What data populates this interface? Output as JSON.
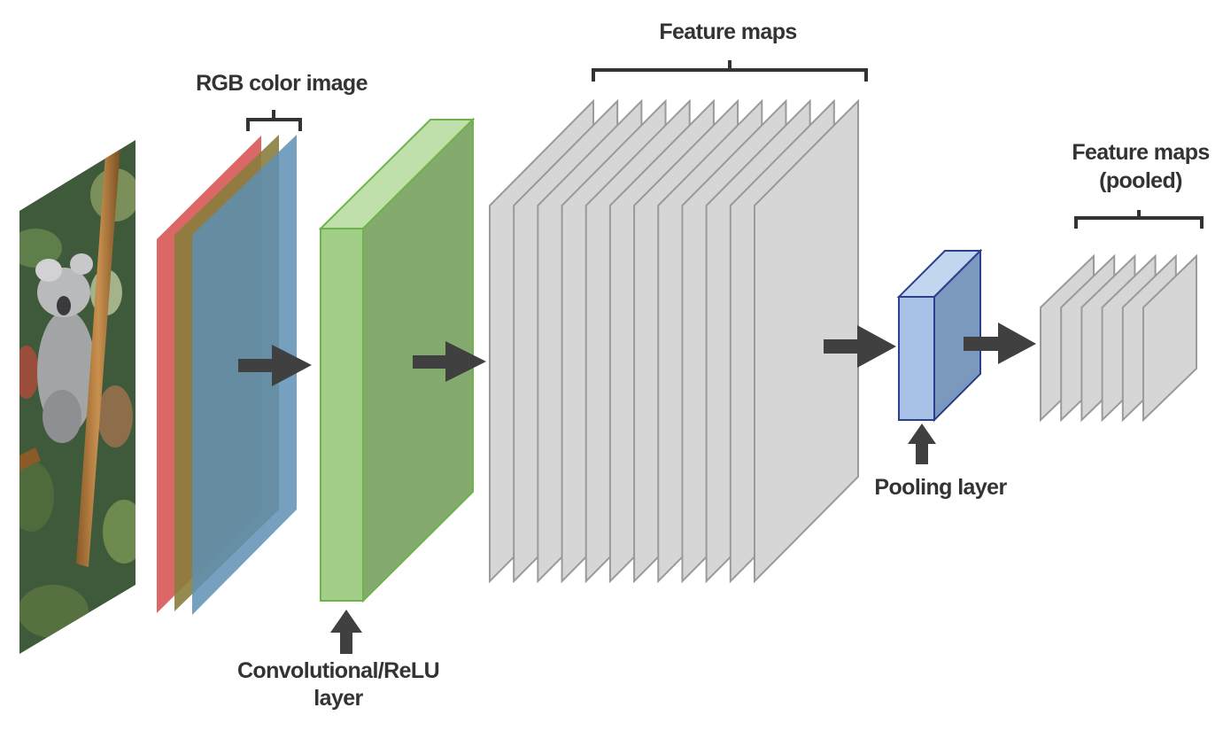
{
  "labels": {
    "rgb_image": "RGB color image",
    "conv_layer_line1": "Convolutional/ReLU",
    "conv_layer_line2": "layer",
    "feature_maps": "Feature maps",
    "pooling_layer": "Pooling layer",
    "pooled_line1": "Feature maps",
    "pooled_line2": "(pooled)"
  },
  "colors": {
    "red_channel": "#d9605e",
    "green_channel": "#8a7d3c",
    "blue_channel": "#5e8fb4",
    "conv_front": "#a2cf88",
    "conv_top": "#bfe0aa",
    "conv_side": "#85aa6e",
    "conv_stroke": "#6fb14a",
    "feature_map": "#d6d6d6",
    "feature_map_stroke": "#9a9a9a",
    "pool_front": "#a7c2e6",
    "pool_top": "#c3d6f0",
    "pool_side": "#7b98bf",
    "pool_stroke": "#2c3f8f",
    "arrow": "#404040",
    "text": "#333333"
  },
  "feature_map_count": 12,
  "pooled_map_count": 6,
  "icons": {
    "input_photo": "koala-photo-icon"
  }
}
